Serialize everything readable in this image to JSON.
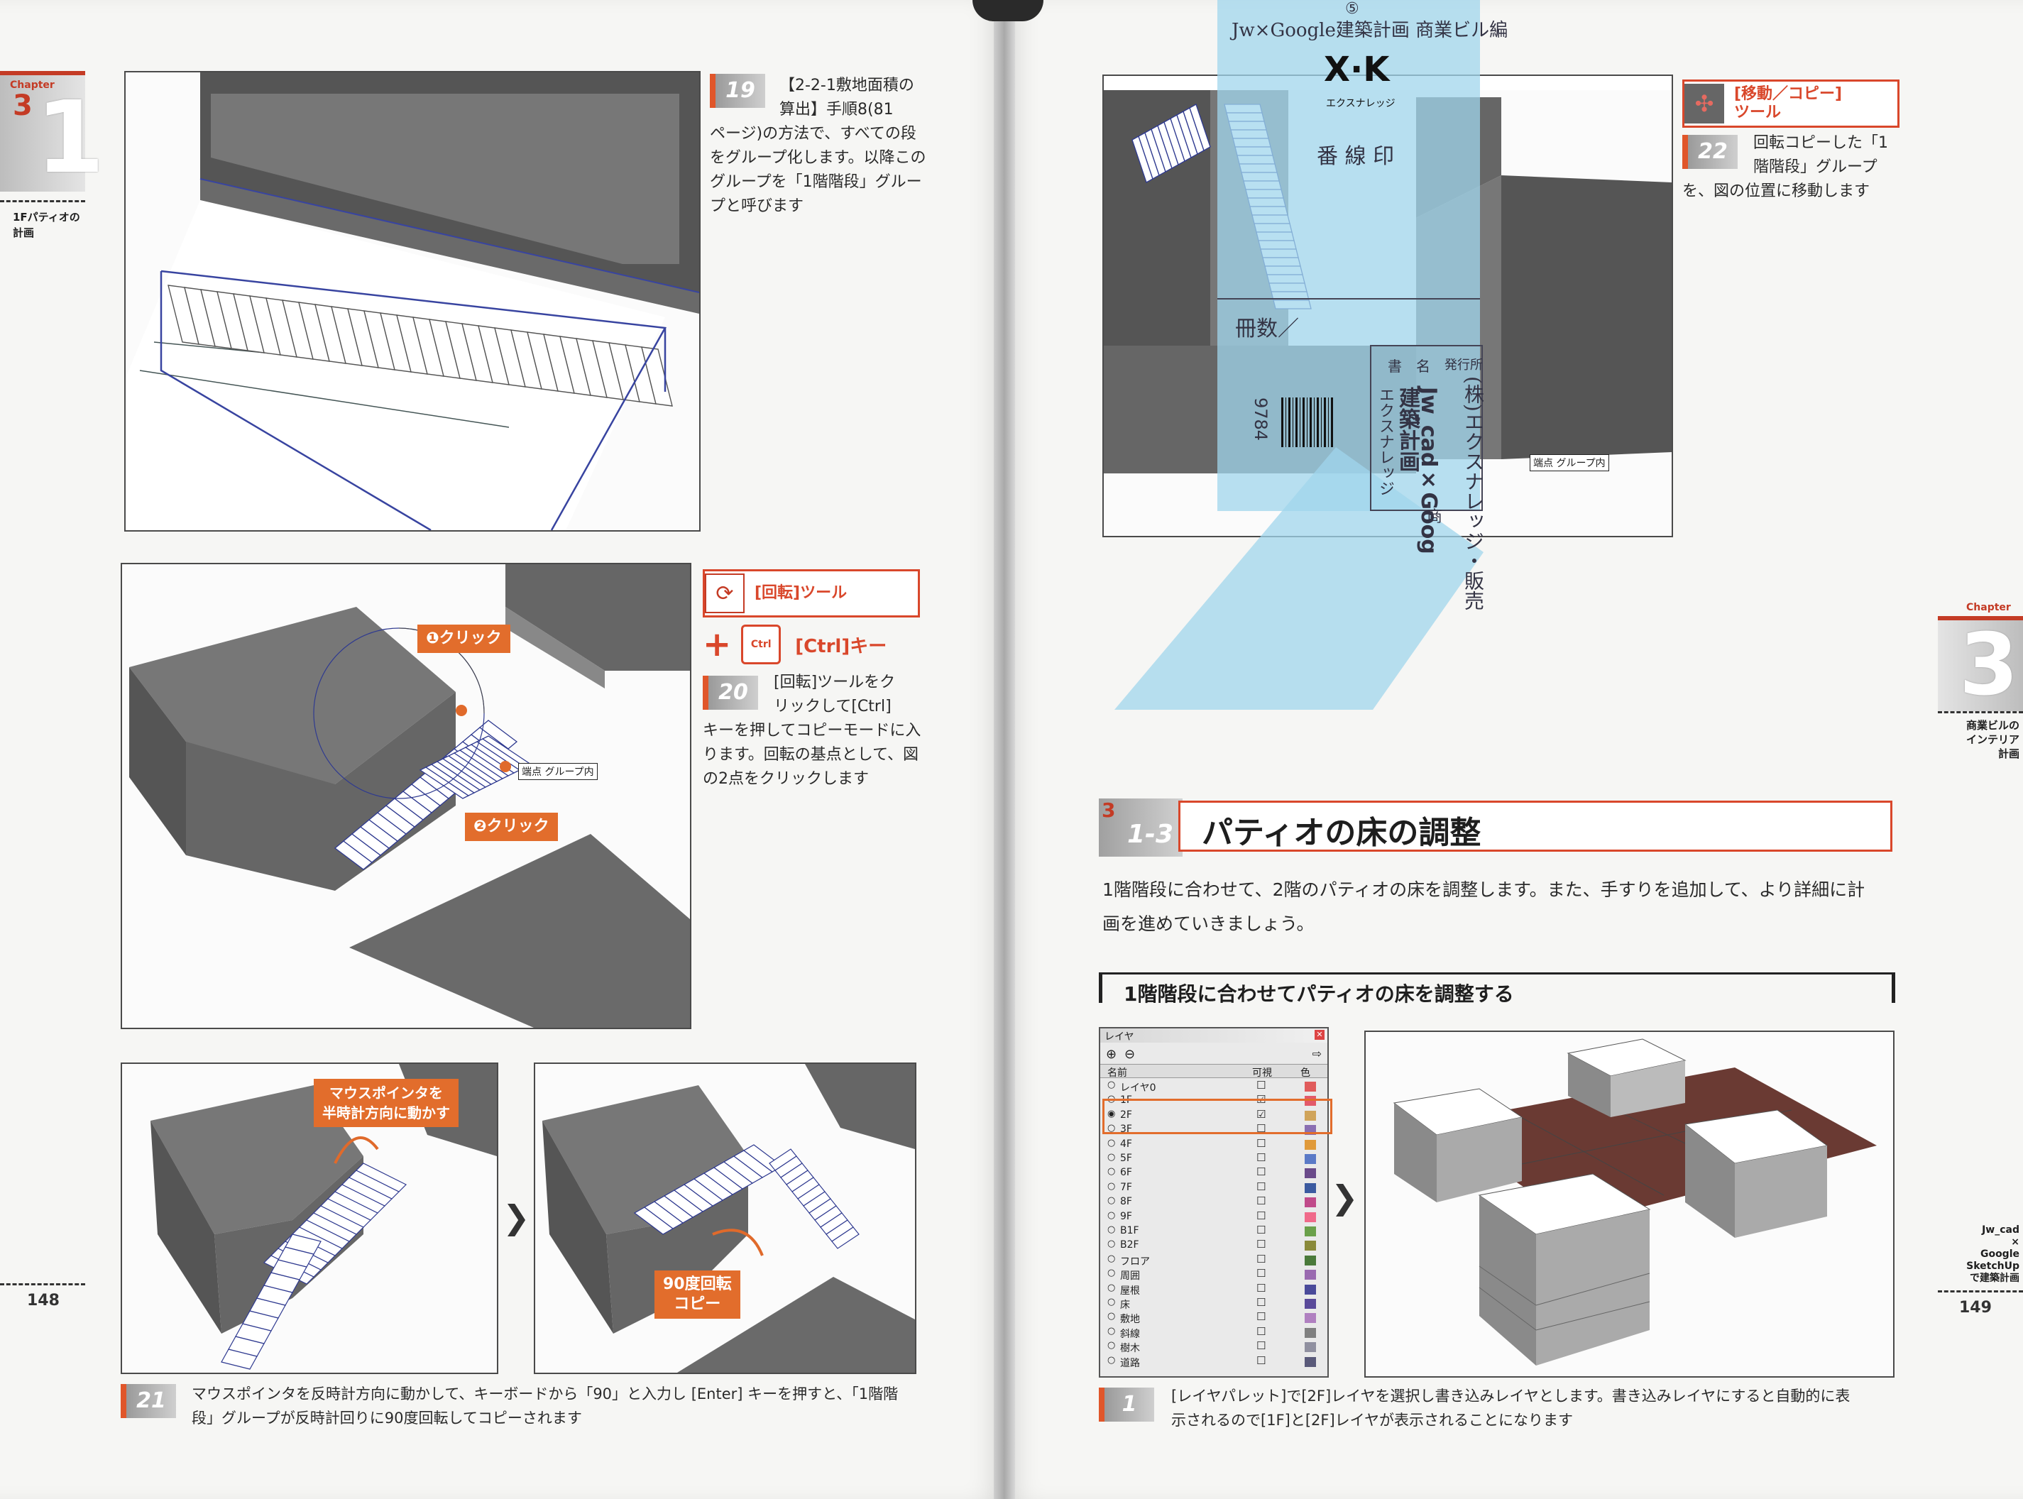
{
  "left_page": {
    "chapter_word": "Chapter",
    "chapter_num": "3",
    "chapter_big": "1",
    "side_label": [
      "1Fパティオの",
      "計画"
    ],
    "page_number": "148",
    "step19": {
      "num": "19",
      "text": [
        "【2-2-1敷地面積の",
        "算出】手順8(81",
        "ページ)の方法で、すべての段",
        "をグループ化します。以降この",
        "グループを「1階階段」グルー",
        "プと呼びます"
      ]
    },
    "rotate_tool": {
      "label": "[回転]ツール",
      "icon": "rotate-icon"
    },
    "ctrl_key": {
      "plus": "+",
      "key": "Ctrl",
      "label": "[Ctrl]キー"
    },
    "step20": {
      "num": "20",
      "text": [
        "[回転]ツールをク",
        "リックして[Ctrl]",
        "キーを押してコピーモードに入",
        "ります。回転の基点として、図",
        "の2点をクリックします"
      ]
    },
    "callouts": {
      "click1": "❶クリック",
      "click2": "❷クリック",
      "endpoint": "端点 グループ内",
      "mouse": [
        "マウスポインタを",
        "半時計方向に動かす"
      ],
      "rotate90": [
        "90度回転",
        "コピー"
      ]
    },
    "step21": {
      "num": "21",
      "text": [
        "マウスポインタを反時計方向に動かして、キーボードから「90」と入力し [Enter] キーを押すと、「1階階",
        "段」グループが反時計回りに90度回転してコピーされます"
      ]
    }
  },
  "right_page": {
    "chapter_word": "Chapter",
    "chapter_num": "3",
    "side_label": [
      "商業ビルの",
      "インテリア",
      "計画"
    ],
    "footer_label": [
      "Jw_cad",
      "×",
      "Google",
      "SketchUp",
      "で建築計画"
    ],
    "page_number": "149",
    "move_tool": {
      "label": [
        "[移動／コピー]",
        "ツール"
      ],
      "icon": "move-icon"
    },
    "step22": {
      "num": "22",
      "text": [
        "回転コピーした「1",
        "階階段」グループ",
        "を、図の位置に移動します"
      ]
    },
    "endpoint_label": "端点 グループ内",
    "section": {
      "num_top": "3",
      "num_sub": "1-3",
      "title": "パティオの床の調整",
      "intro": [
        "1階階段に合わせて、2階のパティオの床を調整します。また、手すりを追加して、より詳細に計",
        "画を進めていきましょう。"
      ]
    },
    "subsection_title": "1階階段に合わせてパティオの床を調整する",
    "layer_panel": {
      "title": "レイヤ",
      "headers": [
        "名前",
        "可視",
        "色"
      ],
      "layers": [
        "レイヤ0",
        "1F",
        "2F",
        "3F",
        "4F",
        "5F",
        "6F",
        "7F",
        "8F",
        "9F",
        "B1F",
        "B2F",
        "フロア",
        "周囲",
        "屋根",
        "床",
        "敷地",
        "斜線",
        "樹木",
        "道路"
      ],
      "colors": [
        "#e05b5b",
        "#e35a6a",
        "#d0a45a",
        "#8a6fb2",
        "#e09a3a",
        "#5b7ac7",
        "#6a4a8a",
        "#3b5aa0",
        "#c04a8a",
        "#f06a8a",
        "#6aa04a",
        "#8a8a3a",
        "#4a7a3a",
        "#9a6ab0",
        "#4a4a9a",
        "#5a4a9a",
        "#b080c0",
        "#808080",
        "#9090a0",
        "#5a5a7a"
      ]
    },
    "step1": {
      "num": "1",
      "text": [
        "[レイヤパレット]で[2F]レイヤを選択し書き込みレイヤとします。書き込みレイヤにすると自動的に表",
        "示されるので[1F]と[2F]レイヤが表示されることになります"
      ]
    },
    "slip": {
      "circle": "⑤",
      "title": "Jw×Google建築計画 商業ビル編",
      "logo": "X·K",
      "logo_sub": "エクスナレッジ",
      "stamp": "番 線 印",
      "count": "冊数／",
      "head_name": "書　名",
      "head_pub": "発行所",
      "publisher": "(株)エクスナレッジ・販売",
      "book": "Jw_cad×Goog",
      "book2": "建築計画",
      "book3": "エクスナレッジ",
      "book_sub": "商",
      "isbn": "9784"
    }
  }
}
